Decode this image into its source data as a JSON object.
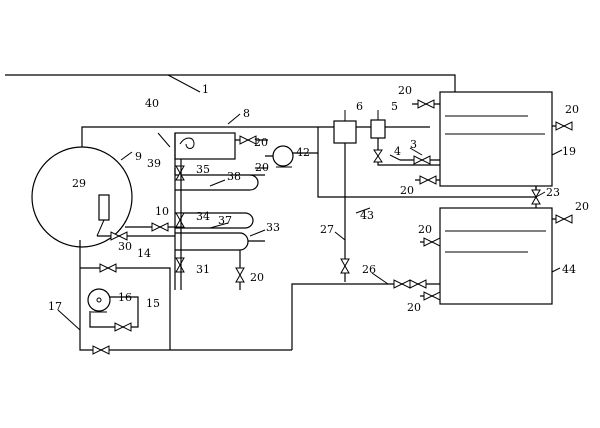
{
  "labels": {
    "l1": "1",
    "l3": "3",
    "l4": "4",
    "l5": "5",
    "l6": "6",
    "l8": "8",
    "l9": "9",
    "l10": "10",
    "l14": "14",
    "l15": "15",
    "l16": "16",
    "l17": "17",
    "l19": "19",
    "l20": "20",
    "l23": "23",
    "l26": "26",
    "l27": "27",
    "l29": "29",
    "l30": "30",
    "l31": "31",
    "l33": "33",
    "l34": "34",
    "l35": "35",
    "l37": "37",
    "l38": "38",
    "l39": "39",
    "l40": "40",
    "l42": "42",
    "l43": "43",
    "l44": "44"
  }
}
